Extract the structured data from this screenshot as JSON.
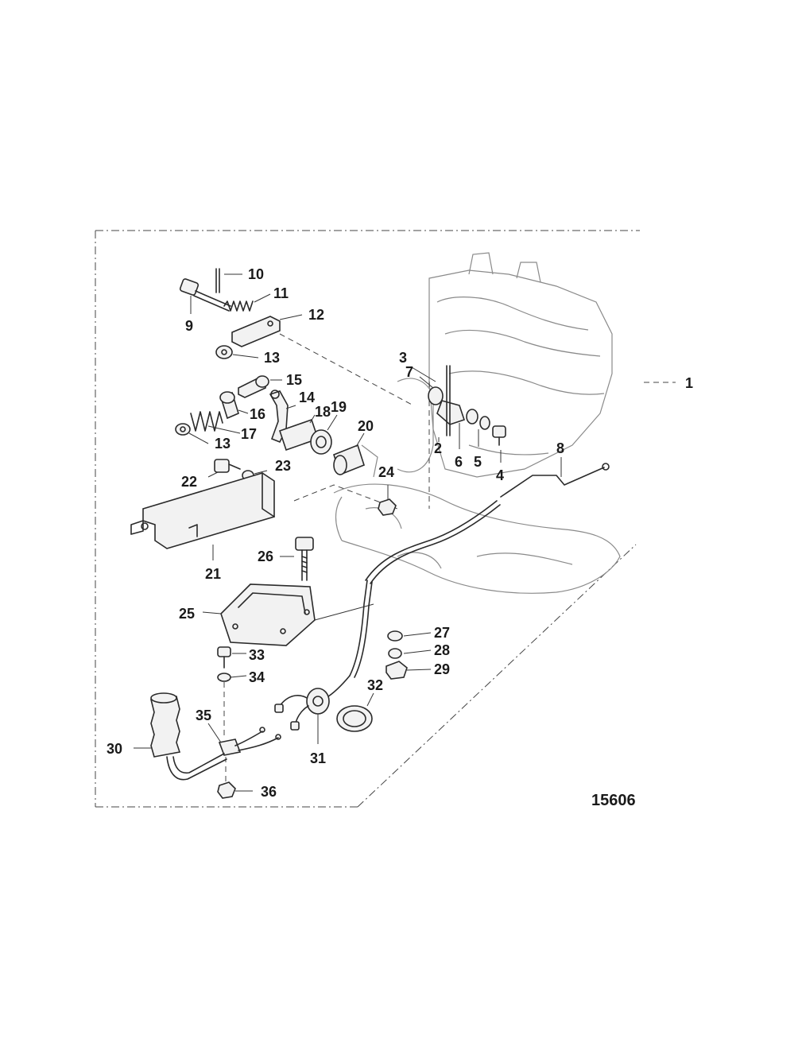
{
  "figure_number": "15606",
  "callouts": [
    "1",
    "2",
    "3",
    "4",
    "5",
    "6",
    "7",
    "8",
    "9",
    "10",
    "11",
    "12",
    "13",
    "13",
    "14",
    "15",
    "16",
    "17",
    "18",
    "19",
    "20",
    "21",
    "22",
    "23",
    "24",
    "25",
    "26",
    "27",
    "28",
    "29",
    "30",
    "31",
    "32",
    "33",
    "34",
    "35",
    "36"
  ]
}
